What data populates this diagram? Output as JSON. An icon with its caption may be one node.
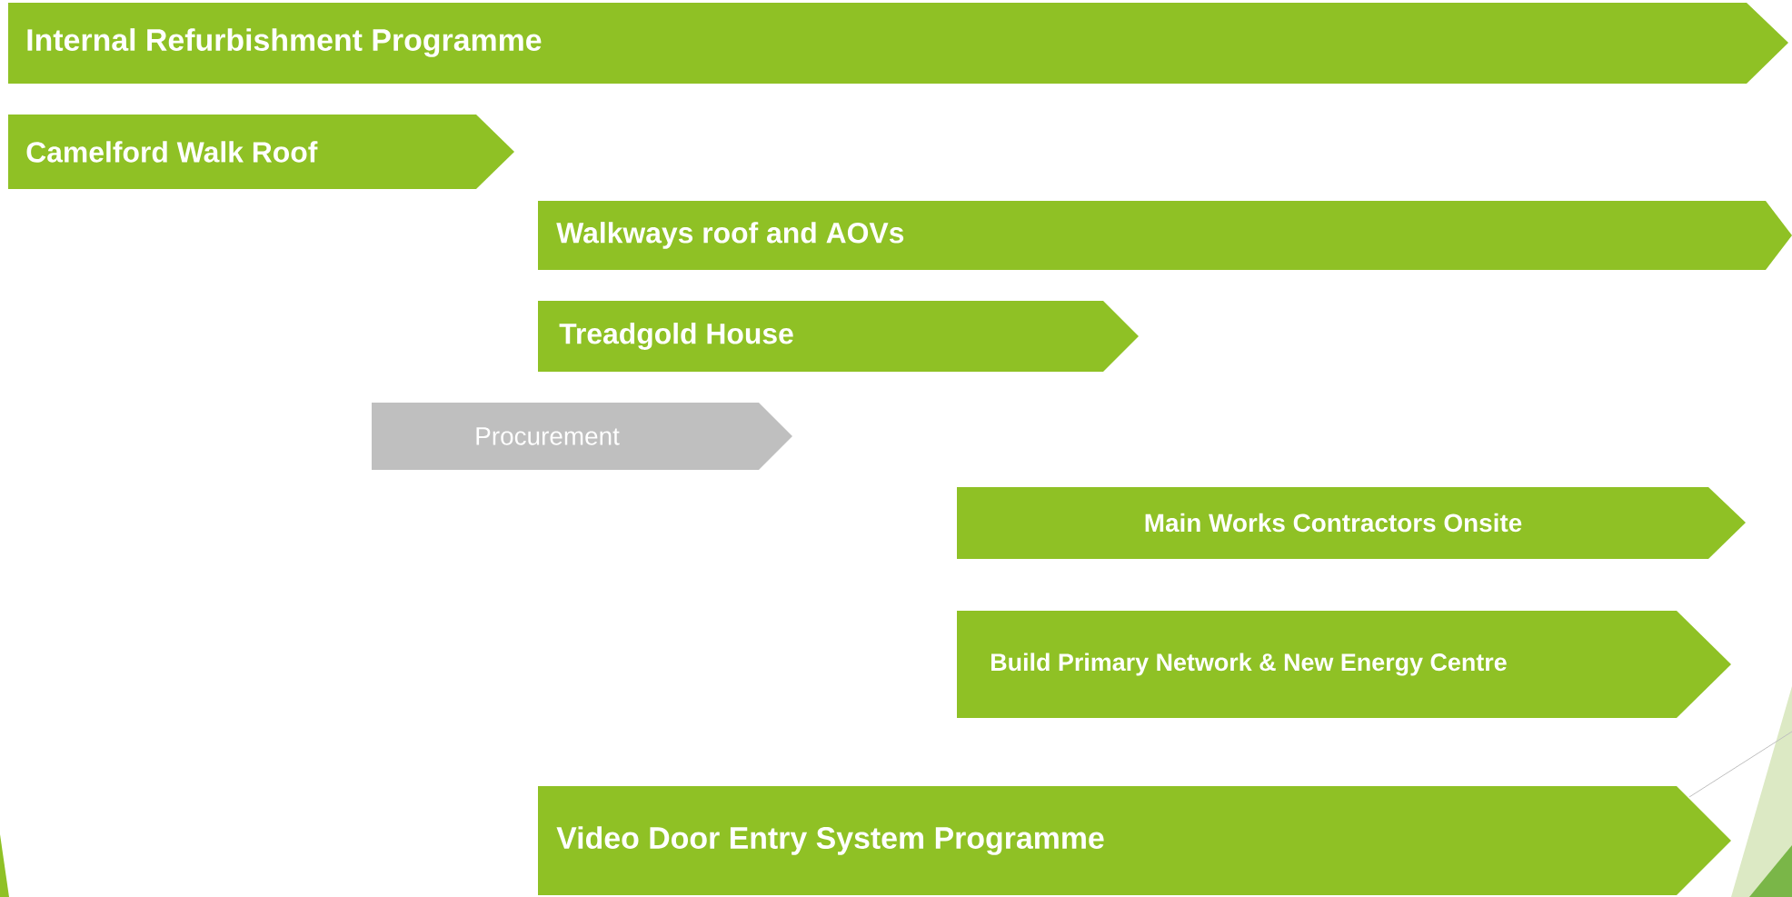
{
  "diagram": {
    "nodes": [
      {
        "text": [
          "Internal Refurbishment  Programme"
        ]
      },
      {
        "text": [
          "Camelford Walk Roof"
        ]
      },
      {
        "text": [
          "Walkways roof and AOVs"
        ]
      },
      {
        "text": [
          "Treadgold  House"
        ]
      },
      {
        "text": [
          "Procurement"
        ]
      },
      {
        "text": [
          "Main Works Contractors Onsite"
        ]
      },
      {
        "text": [
          "Build Primary Network & New Energy Centre"
        ]
      },
      {
        "text": [
          "Video Door Entry System Programme"
        ]
      }
    ]
  }
}
